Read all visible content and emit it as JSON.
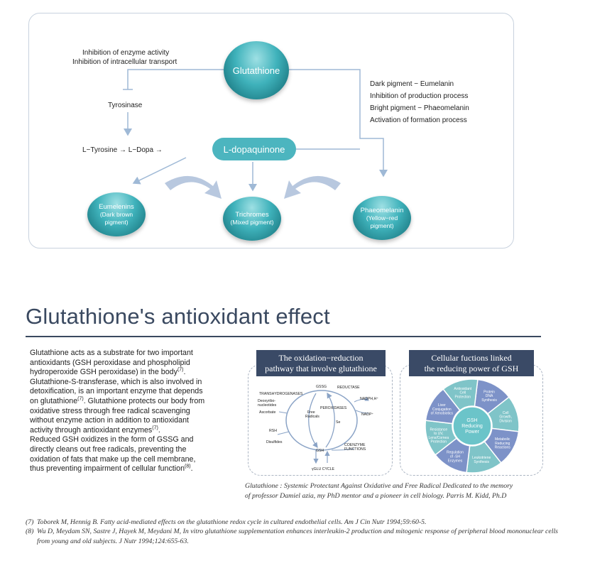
{
  "diagram": {
    "center_node": "Glutathione",
    "inhibition_lines": [
      "Inhibition of enzyme activity",
      "Inhibition of intracellular transport"
    ],
    "tyrosinase": "Tyrosinase",
    "pathway": "L−Tyrosine → L−Dopa →",
    "ldopaquinone": "L-dopaquinone",
    "right_notes": [
      "Dark pigment − Eumelanin",
      "Inhibition of production process",
      "Bright pigment − Phaeomelanin",
      "Activation of formation process"
    ],
    "outputs": [
      {
        "name": "Eumelenins",
        "desc_1": "(Dark brown",
        "desc_2": "pigment)"
      },
      {
        "name": "Trichromes",
        "desc_1": "(Mixed pigment)",
        "desc_2": ""
      },
      {
        "name": "Phaeomelanin",
        "desc_1": "(Yellow−red",
        "desc_2": "pigment)"
      }
    ],
    "colors": {
      "teal": "#3fb2bb",
      "arrow": "#9fb9d6",
      "navy": "#3a4960"
    }
  },
  "section": {
    "title": "Glutathione's antioxidant effect",
    "body": {
      "p1": "Glutathione acts as a substrate for two important antioxidants (GSH peroxidase and phospholipid hydroperoxide GSH peroxidase) in the body",
      "s1": "(7)",
      "p2": ". Glutathione-S-transferase, which is also involved in detoxification, is an important enzyme that depends on glutathione",
      "s2": "(7)",
      "p3": ". Glutathione protects our body from oxidative stress through free radical scavenging without enzyme action in addition to antioxidant activity through antioxidant enzymes",
      "s3": "(7)",
      "p4": ".",
      "p5": "Reduced GSH oxidizes in the form of GSSG and directly cleans out free radicals, preventing the oxidation of fats that make up the cell membrane, thus preventing impairment of cellular function",
      "s5": "(8)",
      "p6": "."
    }
  },
  "redox_panel": {
    "title_1": "The oxidation−reduction",
    "title_2": "pathway that involve glutathione",
    "labels": {
      "gssg": "GSSG",
      "gsh": "GSH",
      "reductase": "REDUCTASE",
      "transhydrogenases": "TRANSHYDROGENASES",
      "deoxy_1": "Deoxyribo-",
      "deoxy_2": "nucleotides",
      "ascorbate": "Ascorbate",
      "free_1": "Free",
      "free_2": "Radicals",
      "peroxidases": "PEROXIDASES",
      "se": "Se",
      "nadph": "NADPH,H⁺",
      "nadp": "NADP⁺",
      "rsh": "RSH",
      "disulfides": "Disulfides",
      "coenzyme_1": "COENZYME",
      "coenzyme_2": "FUNCTIONS",
      "glu": "γGLU CYCLE"
    }
  },
  "gsh_panel": {
    "title_1": "Cellular fuctions linked",
    "title_2": "the reducing power of GSH",
    "center_1": "GSH",
    "center_2": "Reducing",
    "center_3": "Power",
    "segments": [
      [
        "Protein",
        "DNA",
        "Synthesis"
      ],
      [
        "Cell",
        "Growth,",
        "Division"
      ],
      [
        "Metabolic",
        "Reducing",
        "Reactions"
      ],
      [
        "Leukotriene",
        "Synthesis"
      ],
      [
        "Regulation",
        "of -SH",
        "Enzymes"
      ],
      [
        "Resistance",
        "to UV,",
        "Lens/Cornea",
        "Protection"
      ],
      [
        "Liver",
        "Conjugation",
        "of Xenobiotics"
      ],
      [
        "Antioxidant",
        "Cell",
        "Protection"
      ]
    ],
    "segment_colors": [
      "#7d92c8",
      "#7fc4c8",
      "#7d92c8",
      "#7fc4c8",
      "#7d92c8",
      "#7fc4c8",
      "#7d92c8",
      "#7fc4c8"
    ]
  },
  "caption_1": "Glutathione : Systemic Protectant Against Oxidative and Free Radical Dedicated to the memory",
  "caption_2": "of professor Damiel azia, my PhD mentor and a pioneer in cell biology. Parris M. Kidd, Ph.D",
  "references": [
    {
      "num": "(7)",
      "text": "Toborek M, Hennig B. Fatty  acid-mediated effects on the glutathione redox cycle in cultured endothelial cells. Am J Cin Nutr 1994;59:60-5."
    },
    {
      "num": "(8)",
      "text": "Wu D, Meydam SN, Sastre J, Hayek M, Meydani M, In vitro glutathione supplementation enhances interleukin-2 production and mitogenic response of peripheral blood mononuclear cells from young and old subjects. J Nutr 1994;124:655-63."
    }
  ]
}
